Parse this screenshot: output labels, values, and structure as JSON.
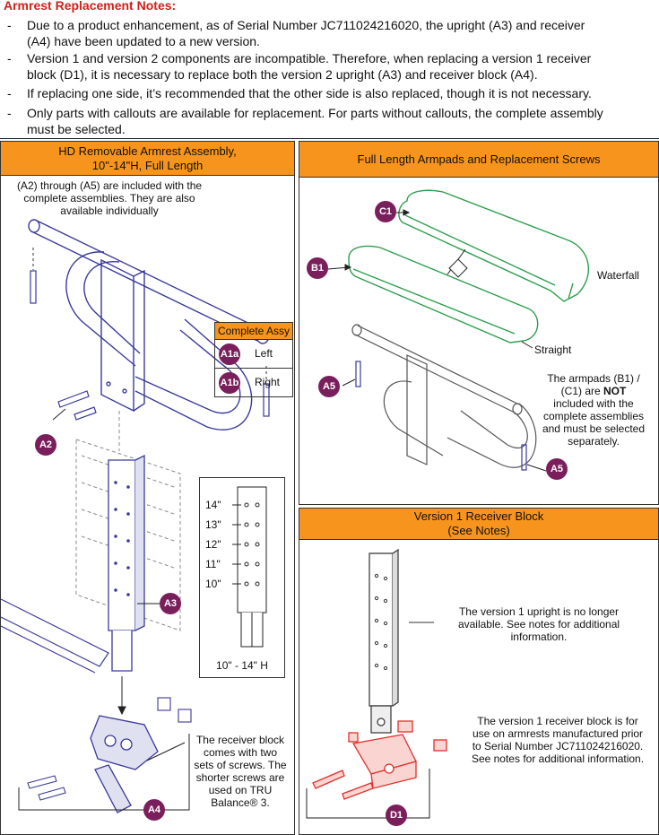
{
  "notes": {
    "title": "Armrest Replacement Notes:",
    "items": [
      {
        "line1": "Due to a product enhancement, as of Serial Number JC711024216020, the upright (A3) and receiver",
        "line2": "(A4) have been updated to a new version."
      },
      {
        "line1": "Version 1 and version 2 components are incompatible. Therefore, when replacing a version 1 receiver",
        "line2": "block (D1), it is necessary to replace both the version 2 upright (A3) and receiver block (A4)."
      },
      {
        "line1": "If replacing one side, it’s recommended that the other side is also replaced, though it is not necessary.",
        "line2": ""
      },
      {
        "line1": "Only parts with callouts are available for replacement. For parts without callouts, the complete assembly",
        "line2": "must be selected."
      }
    ]
  },
  "left_panel": {
    "title_line1": "HD Removable Armrest Assembly,",
    "title_line2": "10\"-14\"H, Full Length",
    "intro_line1": "(A2) through (A5) are included with the",
    "intro_line2": "complete assemblies. They are also",
    "intro_line3": "available individually",
    "complete_assy": {
      "header": "Complete Assy",
      "rows": [
        {
          "badge": "A1a",
          "side": "Left"
        },
        {
          "badge": "A1b",
          "side": "Right"
        }
      ]
    },
    "height_chart": {
      "labels": [
        "14\"",
        "13\"",
        "12\"",
        "11\"",
        "10\""
      ],
      "range": "10\" - 14\" H"
    },
    "callouts": {
      "a2": "A2",
      "a3": "A3",
      "a4": "A4"
    },
    "receiver_note": {
      "line1": "The receiver block",
      "line2": "comes with two",
      "line3": "sets of screws. The",
      "line4": "shorter screws are",
      "line5": "used on TRU",
      "line6": "Balance® 3."
    }
  },
  "right_top_panel": {
    "title": "Full Length Armpads and Replacement Screws",
    "callouts": {
      "c1": "C1",
      "b1": "B1",
      "a5_left": "A5",
      "a5_right": "A5"
    },
    "label_waterfall": "Waterfall",
    "label_straight": "Straight",
    "note": {
      "line1": "The armpads (B1) /",
      "line2_pre": "(C1) are ",
      "line2_bold": "NOT",
      "line3": "included with the",
      "line4": "complete assemblies",
      "line5": "and must be selected",
      "line6": "separately."
    }
  },
  "right_bottom_panel": {
    "title_line1": "Version 1 Receiver Block",
    "title_line2": "(See Notes)",
    "upright_note": {
      "line1": "The version 1 upright is no longer",
      "line2": "available. See notes for additional",
      "line3": "information."
    },
    "receiver_note": {
      "line1": "The version 1 receiver block is for",
      "line2": "use on armrests manufactured prior",
      "line3": "to Serial Number JC711024216020.",
      "line4": "See notes for additional information."
    },
    "callouts": {
      "d1": "D1"
    }
  },
  "colors": {
    "header_orange": "#f7941d",
    "callout_purple": "#7a1f5c",
    "note_title_red": "#d0201c",
    "part_blue": "#3a3a9a",
    "armpad_green": "#2e9e4e",
    "receiver_red": "#e0302a"
  }
}
